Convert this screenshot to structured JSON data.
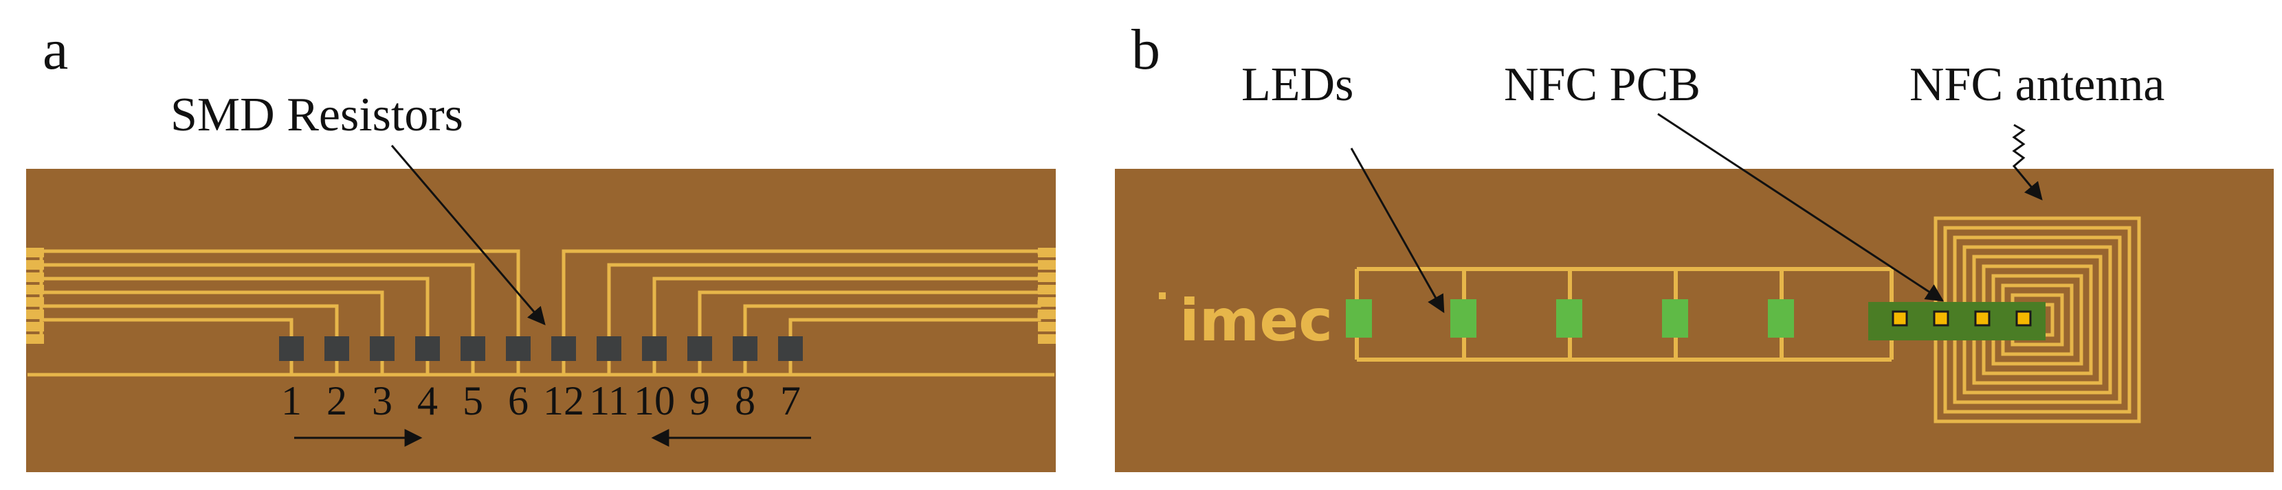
{
  "colors": {
    "substrate": "#98652f",
    "trace": "#e7b64a",
    "resistor": "#3d3f40",
    "led": "#5fba46",
    "nfc_pcb": "#4a7d25",
    "nfc_pad": "#f5b800",
    "logo": "#e7b64a",
    "text": "#111111",
    "background": "#ffffff"
  },
  "panel_a": {
    "letter": "a",
    "callout": "SMD Resistors",
    "resistor_numbers": [
      "1",
      "2",
      "3",
      "4",
      "5",
      "6",
      "12",
      "11",
      "10",
      "9",
      "8",
      "7"
    ],
    "arrows": [
      "arrow-right",
      "arrow-left"
    ]
  },
  "panel_b": {
    "letter": "b",
    "logo": "imec",
    "callouts": {
      "leds": "LEDs",
      "nfc_pcb": "NFC PCB",
      "nfc_antenna": "NFC antenna"
    }
  }
}
